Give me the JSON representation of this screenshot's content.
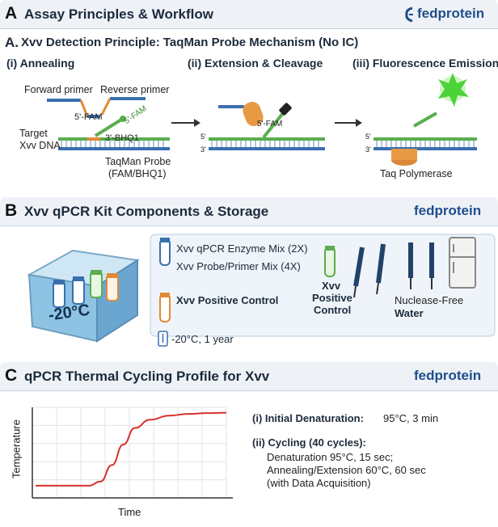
{
  "panel_a": {
    "letter": "A",
    "title": "Assay Principles & Workflow",
    "logo": "fedprotein",
    "subtitle_letter": "A.",
    "subtitle": "Xvv Detection Principle: TaqMan Probe Mechanism (No IC)",
    "steps": [
      "(i) Annealing",
      "(ii) Extension & Cleavage",
      "(iii) Fluorescence Emission"
    ],
    "labels": {
      "forward_primer": "Forward primer",
      "reverse_primer": "Reverse primer",
      "fam_5": "5'-FAM",
      "fam_tag": "5'-FAM",
      "bhq": "3'-BHQ1",
      "target_line1": "Target",
      "target_line2": "Xvv DNA",
      "probe_line1": "TaqMan Probe",
      "probe_line2": "(FAM/BHQ1)",
      "fam_cleaved": "5'-FAM",
      "taq": "Taq Polymerase",
      "end5": "5'",
      "end3": "3'"
    }
  },
  "panel_b": {
    "letter": "B",
    "title": "Xvv qPCR Kit Components & Storage",
    "logo": "fedprotein",
    "box_temp": "-20°C",
    "components": [
      "Xvv qPCR Enzyme Mix (2X)",
      "Xvv Probe/Primer Mix (4X)",
      "Xvv Positive Control"
    ],
    "positive_control_lines": [
      "Xvv",
      "Positive",
      "Control"
    ],
    "water_lines": [
      "Nuclease-Free",
      "Water"
    ],
    "storage": "-20°C, 1 year"
  },
  "panel_c": {
    "letter": "C",
    "title": "qPCR Thermal Cycling Profile for Xvv",
    "logo": "fedprotein",
    "chart_data": {
      "type": "line",
      "title": "",
      "xlabel": "Time",
      "ylabel": "Temperature",
      "series": [
        {
          "x": [
            0,
            0.1,
            0.2,
            0.28,
            0.34,
            0.4,
            0.46,
            0.52,
            0.6,
            0.7,
            0.8,
            0.9,
            1.0
          ],
          "y": [
            0.05,
            0.05,
            0.05,
            0.05,
            0.1,
            0.3,
            0.55,
            0.75,
            0.85,
            0.9,
            0.92,
            0.93,
            0.935
          ]
        }
      ],
      "grid": true
    },
    "steps": [
      {
        "label": "(i) Initial Denaturation:",
        "value": " 95°C, 3 min"
      },
      {
        "label": "(ii) Cycling (40 cycles):",
        "value": ""
      }
    ],
    "cycling_lines": [
      "Denaturation 95°C, 15 sec;",
      "Annealing/Extension 60°C, 60 sec",
      "(with Data Acquisition)"
    ]
  },
  "colors": {
    "blue_strand": "#3a6fb0",
    "green_strand": "#5aae4f",
    "orange": "#e08a35",
    "curve": "#d6312b",
    "logo": "#1f4e8c"
  }
}
